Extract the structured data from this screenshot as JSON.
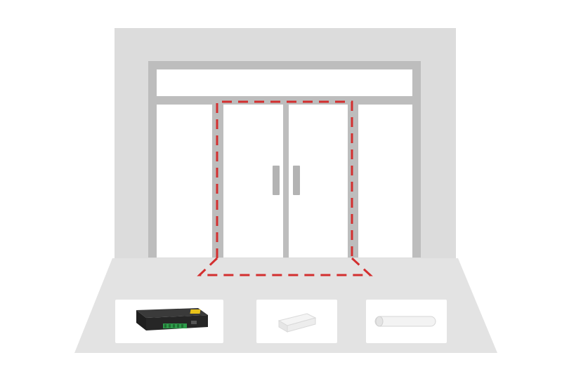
{
  "colors": {
    "wall": "#dcdcdc",
    "floor": "#e3e3e3",
    "frame": "#bdbdbd",
    "panel": "#ffffff",
    "mullion": "#b8b8b8",
    "handle": "#b3b3b3",
    "detection_zone": "#d32f2f",
    "card": "#ffffff"
  },
  "illustration": {
    "scene": "storefront-entrance",
    "door_type": "double-swing-glass-door",
    "highlight": "dashed-detection-zone",
    "icons": [
      "door-controller-icon",
      "sensor-block-icon",
      "sensor-tube-icon"
    ]
  }
}
